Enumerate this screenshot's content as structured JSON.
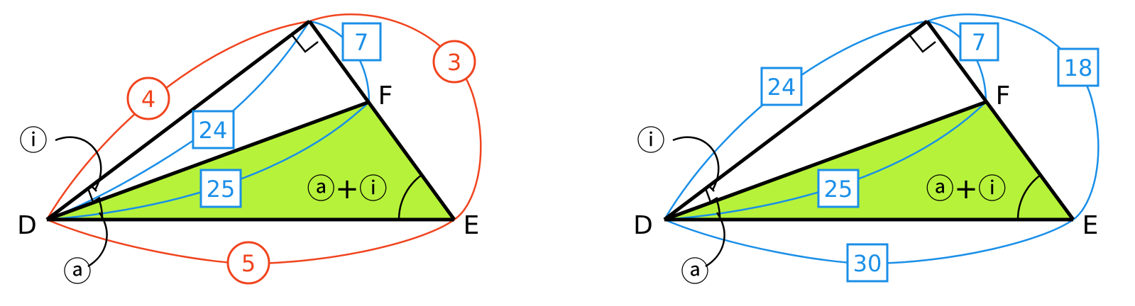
{
  "colors": {
    "fill": "#b6f23a",
    "ratio": "#f0441e",
    "length": "#1a8fe8",
    "line": "#000000"
  },
  "left": {
    "vertex_labels": {
      "d": "D",
      "e": "E",
      "f": "F"
    },
    "angle_labels": {
      "a": "ⓐ",
      "b": "ⓘ",
      "sum": "ⓐ+ⓘ"
    },
    "ratio_labels": {
      "ad": "4",
      "ae": "3",
      "de": "5"
    },
    "length_labels": {
      "ad": "24",
      "af": "7",
      "df": "25"
    }
  },
  "right": {
    "vertex_labels": {
      "d": "D",
      "e": "E",
      "f": "F"
    },
    "angle_labels": {
      "a": "ⓐ",
      "b": "ⓘ",
      "sum": "ⓐ+ⓘ"
    },
    "length_labels": {
      "ad": "24",
      "af": "7",
      "ae": "18",
      "df": "25",
      "de": "30"
    }
  }
}
